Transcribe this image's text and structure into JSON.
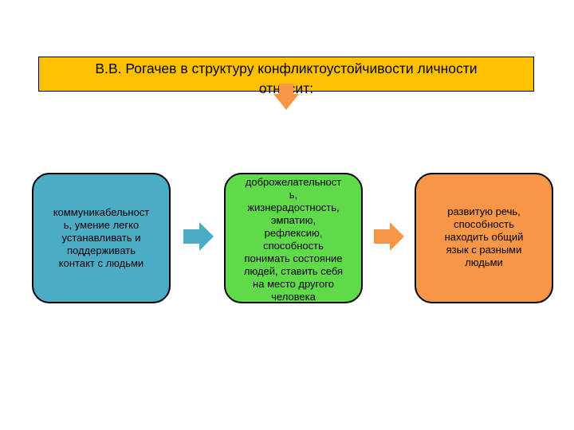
{
  "title": {
    "text": "В.В. Рогачев в структуру конфликтоустойчивости личности\nотносит:",
    "background_color": "#ffc000"
  },
  "boxes": [
    {
      "text": "коммуникабельност\nь, умение легко\nустанавливать и\nподдерживать\nконтакт с людьми",
      "color": "#4bacc6"
    },
    {
      "text": "доброжелательност\nь,\nжизнерадостность,\nэмпатию,\nрефлексию,\nспособность\nпонимать состояние\nлюдей, ставить себя\nна место другого\nчеловека",
      "color": "#5fdb49"
    },
    {
      "text": "развитую речь,\nспособность\nнаходить общий\nязык с разными\nлюдьми",
      "color": "#f79646"
    }
  ],
  "arrows": {
    "down_color": "#f79646",
    "right_colors": [
      "#4bacc6",
      "#f79646"
    ]
  }
}
